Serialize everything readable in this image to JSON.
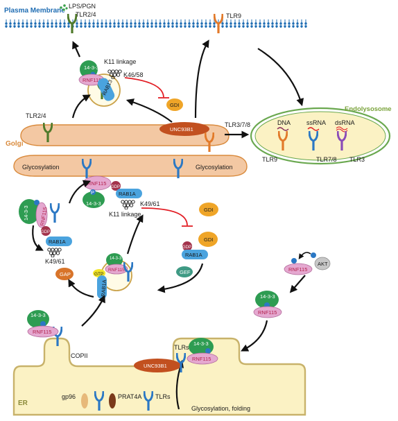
{
  "compartments": {
    "plasma_membrane": "Plasma Membrane",
    "golgi": "Golgi",
    "endolysosome": "Endolysosome",
    "er": "ER"
  },
  "labels": {
    "lps_pgn": "LPS/PGN",
    "tlr24_top": "TLR2/4",
    "tlr9_top": "TLR9",
    "k11_top": "K11 linkage",
    "k4658": "K46/58",
    "gdi_top": "GDI",
    "unc93b1_golgi": "UNC93B1",
    "tlr378": "TLR3/7/8",
    "tlr24_golgi": "TLR2/4",
    "glyco_left": "Glycosylation",
    "glyco_right": "Glycosylation",
    "k4961_mid": "K49/61",
    "k11_mid": "K11 linkage",
    "gdi_mid": "GDI",
    "gdi_rab": "GDI",
    "k4961_left": "K49/61",
    "gap": "GAP",
    "gef": "GEF",
    "akt": "AKT",
    "copii": "COPII",
    "tlrs_right": "TLRs",
    "unc93b1_er": "UNC93B1",
    "gp96": "gp96",
    "prat4a": "PRAT4A",
    "tlrs_er": "TLRs",
    "glyco_folding": "Glycosylation, folding",
    "dna": "DNA",
    "ssrna": "ssRNA",
    "dsrna": "dsRNA",
    "tlr9_endo": "TLR9",
    "tlr78_endo": "TLR7/8",
    "tlr3_endo": "TLR3",
    "rnf115": "RNF115",
    "rab13": "RAB13",
    "rab1a": "RAB1A",
    "p1433": "14-3-3",
    "p": "P",
    "gdp": "GDP",
    "gtp": "GTP"
  },
  "colors": {
    "membrane_blue": "#1f6db3",
    "golgi_fill": "#f3c8a3",
    "golgi_stroke": "#d98a3c",
    "er_fill": "#fbf2c4",
    "er_stroke": "#c8b26a",
    "endo_stroke": "#6aa84f",
    "p1433_green": "#2e9c52",
    "rnf115_pink": "#e5a8d0",
    "rab_blue": "#4aa3de",
    "gdp_maroon": "#a3334c",
    "gdi_gold": "#efa528",
    "gef_teal": "#3f9a84",
    "gap_orange": "#d8742a",
    "inhibit_red": "#e21d24",
    "tlr_blue": "#2b78c4",
    "tlr_green": "#4f7a2a",
    "tlr_orange": "#e27a2a",
    "tlr_purple": "#8a4cb8"
  }
}
